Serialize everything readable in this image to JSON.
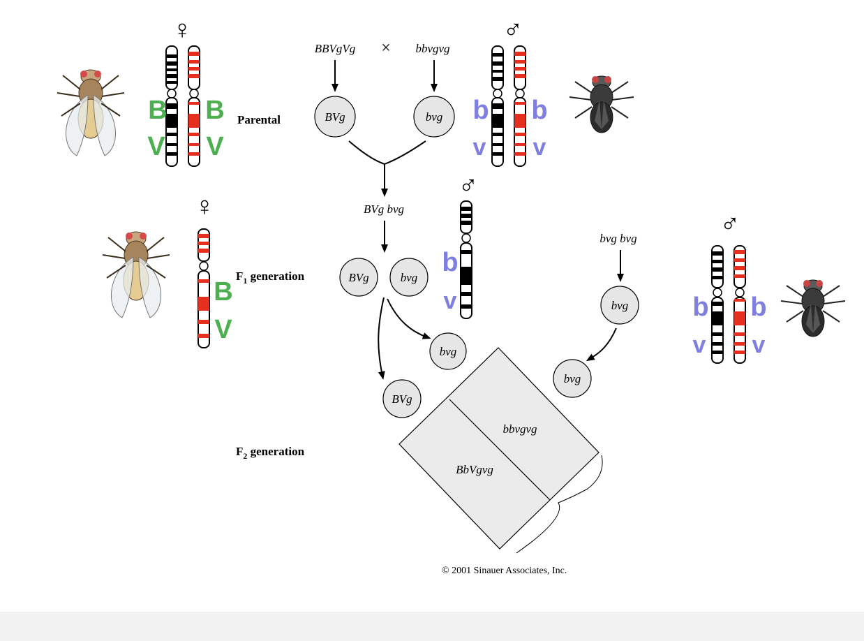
{
  "parental": {
    "label": "Parental",
    "female_genotype": "BBVgVg",
    "cross_symbol": "×",
    "male_genotype": "bbvgvg",
    "gamete_female": "BVg",
    "gamete_male": "bvg"
  },
  "f1": {
    "label_main": "F",
    "label_sub": "1",
    "label_rest": " generation",
    "genotype": "BVg bvg",
    "gamete_1": "BVg",
    "gamete_2": "bvg",
    "test_male_genotype": "bvg bvg",
    "test_male_gamete": "bvg",
    "recombined_gamete": "bvg"
  },
  "f2": {
    "label_main": "F",
    "label_sub": "2",
    "label_rest": " generation",
    "gamete_bvg": "BVg",
    "gamete_bvg2": "bvg",
    "box_top": "bbvgvg",
    "box_bottom": "BbVgvg"
  },
  "alleles": {
    "upper_dominant": "B",
    "lower_dominant": "V",
    "upper_recessive": "b",
    "lower_recessive": "v"
  },
  "symbols": {
    "female": "♀",
    "male": "♂"
  },
  "copyright": "© 2001 Sinauer Associates, Inc.",
  "colors": {
    "dominant_allele": "#4caf50",
    "recessive_allele": "#7f7fdf",
    "maternal_chromosome": "#000000",
    "paternal_chromosome": "#e53020",
    "gamete_fill": "#e6e6e6"
  }
}
